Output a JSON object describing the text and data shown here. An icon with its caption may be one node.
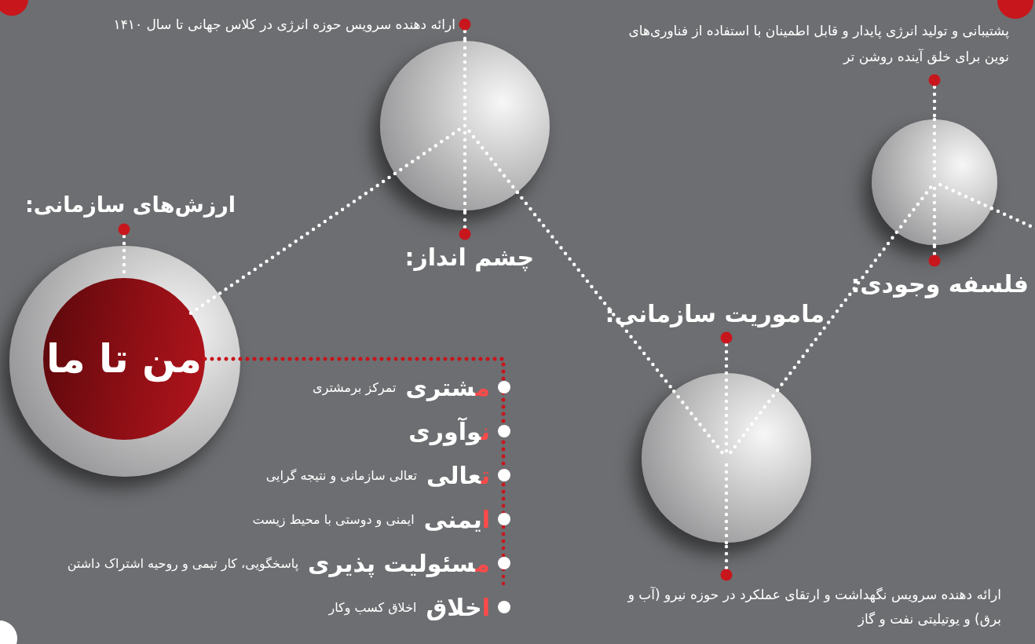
{
  "diagram": {
    "nodes": [
      {
        "text": [
          "ارزش‌های سازمانی:"
        ]
      },
      {
        "text": [],
        "shape": "circle"
      },
      {
        "text": [
          "من تا ما"
        ],
        "in": 1
      },
      {
        "text": [
          "ارائه دهنده سرویس حوزه انرژی در کلاس جهانی تا سال ۱۴۱۰"
        ]
      },
      {
        "text": [],
        "shape": "circle"
      },
      {
        "text": [
          "چشم انداز:"
        ]
      },
      {
        "text": [
          "پشتیبانی و تولید انرژی پایدار و قابل اطمینان با استفاده از فناوری‌های نوین برای خلق آینده روشن تر"
        ]
      },
      {
        "text": [],
        "shape": "circle"
      },
      {
        "text": [
          "فلسفه وجودی:"
        ]
      },
      {
        "text": [
          "ماموریت سازمانی:"
        ]
      },
      {
        "text": [],
        "shape": "circle"
      },
      {
        "text": [
          "ارائه دهنده سرویس نگهداشت و ارتقای عملکرد در حوزه نیرو (آب و برق) و یوتیلیتی نفت و گاز"
        ]
      },
      {
        "text": [
          "مشتری",
          "تمرکز برمشتری"
        ]
      },
      {
        "text": [
          "نوآوری"
        ]
      },
      {
        "text": [
          "تعالی",
          "تعالی سازمانی و نتیجه گرایی"
        ]
      },
      {
        "text": [
          "ایمنی",
          "ایمنی و دوستی با محیط زیست"
        ]
      },
      {
        "text": [
          "مسئولیت پذیری",
          "پاسخگویی، کار تیمی و روحیه اشتراک داشتن"
        ]
      },
      {
        "text": [
          "اخلاق",
          "اخلاق کسب وکار"
        ]
      }
    ],
    "edges": [
      {
        "from": 0,
        "to": 2,
        "arrow": "other"
      },
      {
        "from": 3,
        "to": 4,
        "arrow": "other"
      },
      {
        "from": 5,
        "to": 4,
        "arrow": "other"
      },
      {
        "from": 6,
        "to": 7,
        "arrow": "other"
      },
      {
        "from": 8,
        "to": 7,
        "arrow": "other"
      },
      {
        "from": 9,
        "to": 10,
        "arrow": "other"
      },
      {
        "from": 11,
        "to": 10,
        "arrow": "other"
      },
      {
        "from": 2,
        "to": 4,
        "arrow": "none"
      },
      {
        "from": 4,
        "to": 10,
        "arrow": "none"
      },
      {
        "from": 10,
        "to": 7,
        "arrow": "none"
      },
      {
        "from": 7,
        "to": null,
        "arrow": "none"
      },
      {
        "from": 2,
        "to": 12,
        "arrow": "none",
        "color": "#c8161d"
      },
      {
        "from": 2,
        "to": 13,
        "arrow": "none",
        "color": "#c8161d"
      },
      {
        "from": 2,
        "to": 14,
        "arrow": "none",
        "color": "#c8161d"
      },
      {
        "from": 2,
        "to": 15,
        "arrow": "none",
        "color": "#c8161d"
      },
      {
        "from": 2,
        "to": 16,
        "arrow": "none",
        "color": "#c8161d"
      },
      {
        "from": 2,
        "to": 17,
        "arrow": "none",
        "color": "#c8161d"
      }
    ]
  }
}
